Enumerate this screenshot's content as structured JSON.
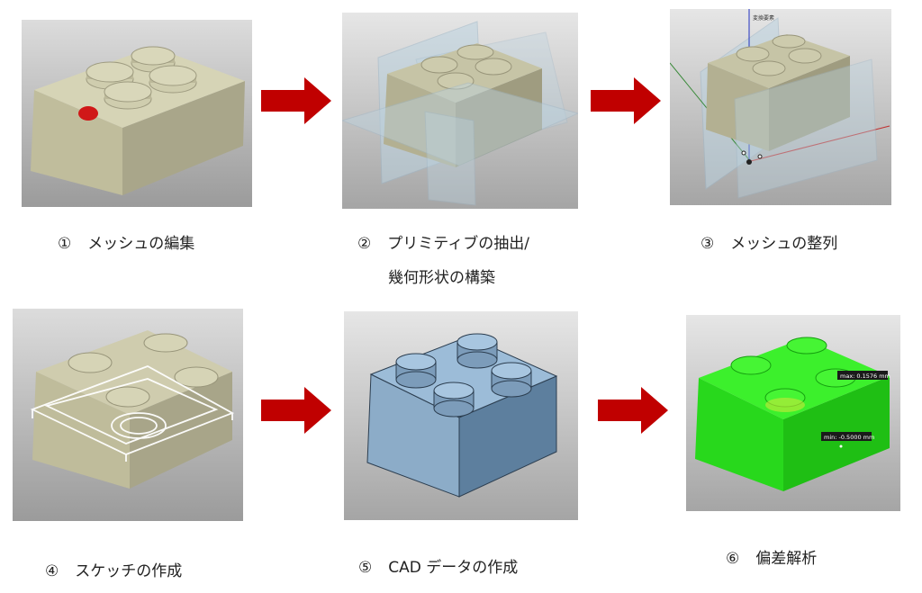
{
  "steps": [
    {
      "num": "①",
      "label": "メッシュの編集"
    },
    {
      "num": "②",
      "label": "プリミティブの抽出/",
      "label2": "幾何形状の構築"
    },
    {
      "num": "③",
      "label": "メッシュの整列"
    },
    {
      "num": "④",
      "label": "スケッチの作成"
    },
    {
      "num": "⑤",
      "label": "CAD データの作成"
    },
    {
      "num": "⑥",
      "label": "偏差解析"
    }
  ],
  "panel3": {
    "axis_label": "変換要素"
  },
  "panel6": {
    "max_label": "max: 0.1576 mm",
    "min_label": "min: -0.5000 mm"
  },
  "colors": {
    "arrow": "#c00000",
    "mesh": "#c9c6a6",
    "cad": "#8fb2d2",
    "deviation": "#22e01a",
    "background": "#d6d6d6"
  }
}
